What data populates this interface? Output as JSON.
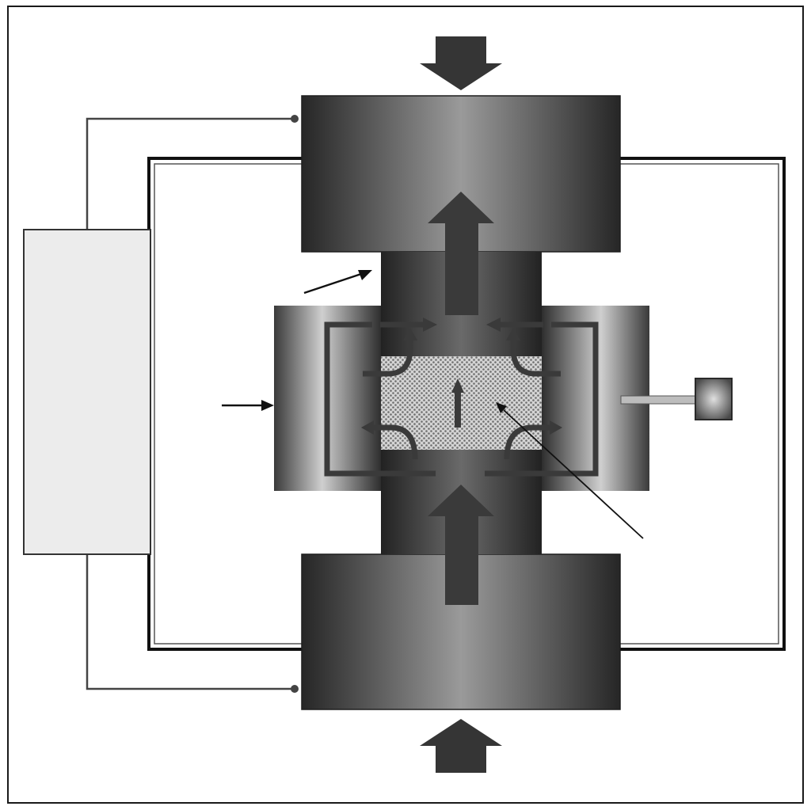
{
  "diagram": {
    "colors": {
      "background": "#ffffff",
      "outline": "#1a1a1a",
      "wire": "#444444",
      "power_supply_fill": "#ececec",
      "ram_dark": "#262626",
      "ram_light": "#9a9a9a",
      "punch_dark": "#2a2a2a",
      "punch_light": "#6a6a6a",
      "die_dark": "#333333",
      "die_light": "#c8c8c8",
      "sample_light": "#d4d4d4",
      "sample_dark": "#6e6e6e",
      "current_arrow": "#3a3a3a",
      "pressure_arrow": "#353535",
      "thermocouple": "#bdbdbd"
    },
    "components": [
      {
        "name": "outer-frame"
      },
      {
        "name": "power-supply-unit"
      },
      {
        "name": "vacuum-chamber"
      },
      {
        "name": "upper-ram-electrode"
      },
      {
        "name": "lower-ram-electrode"
      },
      {
        "name": "upper-punch"
      },
      {
        "name": "lower-punch"
      },
      {
        "name": "graphite-die"
      },
      {
        "name": "powder-sample"
      },
      {
        "name": "thermocouple"
      }
    ],
    "arrows": [
      {
        "name": "pressure-arrow-top",
        "direction": "down"
      },
      {
        "name": "pressure-arrow-bottom",
        "direction": "up"
      },
      {
        "name": "current-arrow-upper",
        "direction": "up"
      },
      {
        "name": "current-arrow-lower",
        "direction": "up"
      },
      {
        "name": "current-arrow-sample",
        "direction": "up"
      }
    ]
  }
}
